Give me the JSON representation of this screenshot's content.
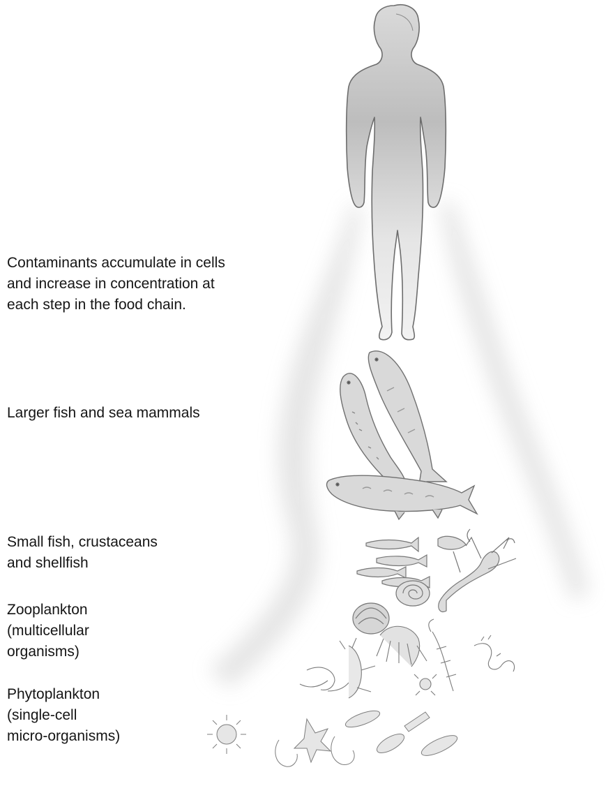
{
  "labels": {
    "contaminants": [
      "Contaminants accumulate in cells",
      "and increase in concentration at",
      "each step in the food chain."
    ],
    "larger_fish": [
      "Larger fish and sea mammals"
    ],
    "small_fish": [
      "Small fish, crustaceans",
      "and shellfish"
    ],
    "zooplankton": [
      "Zooplankton",
      "(multicellular",
      "organisms)"
    ],
    "phytoplankton": [
      "Phytoplankton",
      "(single-cell",
      "micro-organisms)"
    ]
  },
  "colors": {
    "halo": "#e6e6e6",
    "body": "#cfcfcf",
    "outline": "#6d6d6d",
    "sketch": "#8a8a8a"
  },
  "icons": [
    "human-figure-icon",
    "salmon-icon",
    "trout-icon",
    "pike-icon",
    "small-fish-icon",
    "crayfish-icon",
    "shell-icon",
    "snail-icon",
    "shrimp-icon",
    "copepod-icon",
    "worm-icon",
    "diatom-icon",
    "dinoflagellate-icon"
  ]
}
